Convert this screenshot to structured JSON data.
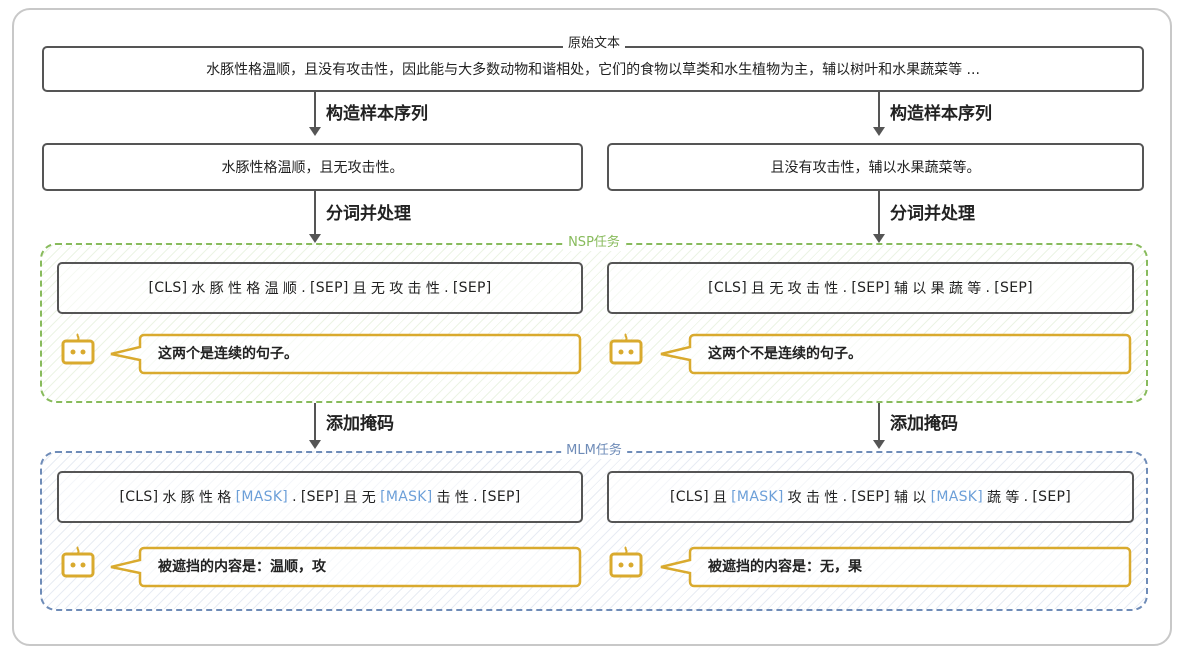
{
  "source": {
    "label": "原始文本",
    "text": "水豚性格温顺，且没有攻击性，因此能与大多数动物和谐相处，它们的食物以草类和水生植物为主，辅以树叶和水果蔬菜等 ..."
  },
  "steps": {
    "construct": "构造样本序列",
    "tokenize": "分词并处理",
    "mask": "添加掩码"
  },
  "samples": {
    "left": "水豚性格温顺，且无攻击性。",
    "right": "且没有攻击性，辅以水果蔬菜等。"
  },
  "nsp": {
    "title": "NSP任务",
    "left_tokens": [
      "[CLS]",
      "水",
      "豚",
      "性",
      "格",
      "温",
      "顺",
      ".",
      "[SEP]",
      "且",
      "无",
      "攻",
      "击",
      "性",
      ".",
      "[SEP]"
    ],
    "right_tokens": [
      "[CLS]",
      "且",
      "无",
      "攻",
      "击",
      "性",
      ".",
      "[SEP]",
      "辅",
      "以",
      "果",
      "蔬",
      "等",
      ".",
      "[SEP]"
    ],
    "left_answer": "这两个是连续的句子。",
    "right_answer": "这两个不是连续的句子。"
  },
  "mlm": {
    "title": "MLM任务",
    "left_tokens": [
      "[CLS]",
      "水",
      "豚",
      "性",
      "格",
      "[MASK]",
      ".",
      "[SEP]",
      "且",
      "无",
      "[MASK]",
      "击",
      "性",
      ".",
      "[SEP]"
    ],
    "right_tokens": [
      "[CLS]",
      "且",
      "[MASK]",
      "攻",
      "击",
      "性",
      ".",
      "[SEP]",
      "辅",
      "以",
      "[MASK]",
      "蔬",
      "等",
      ".",
      "[SEP]"
    ],
    "left_answer": "被遮挡的内容是：温顺，攻",
    "right_answer": "被遮挡的内容是：无，果"
  },
  "colors": {
    "nsp": "#88bb5c",
    "mlm": "#6f8cb8",
    "robot": "#d9aa2e",
    "mask_text": "#6c9fd8"
  },
  "icons": {
    "robot": "robot-icon",
    "arrow": "arrow-down-icon"
  }
}
